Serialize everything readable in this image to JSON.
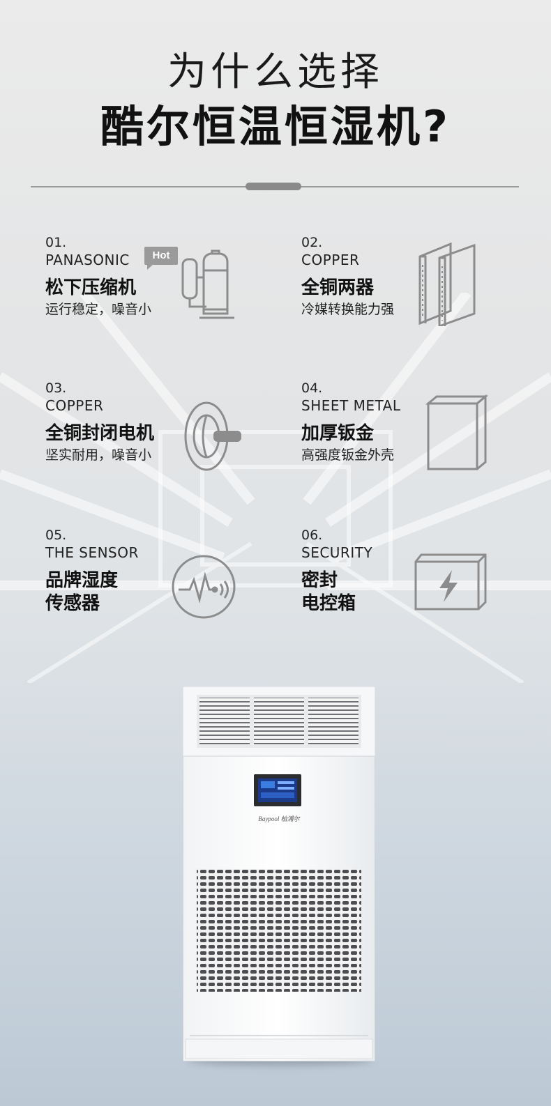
{
  "header": {
    "subtitle": "为什么选择",
    "title": "酷尔恒温恒湿机?"
  },
  "features": [
    {
      "num": "01.",
      "en": "PANASONIC",
      "cn": "松下压缩机",
      "desc": "运行稳定，噪音小",
      "badge": "Hot",
      "icon": "compressor-icon"
    },
    {
      "num": "02.",
      "en": "COPPER",
      "cn": "全铜两器",
      "desc": "冷媒转换能力强",
      "icon": "heat-exchanger-icon"
    },
    {
      "num": "03.",
      "en": "COPPER",
      "cn": "全铜封闭电机",
      "desc": "坚实耐用，噪音小",
      "icon": "motor-icon"
    },
    {
      "num": "04.",
      "en": "SHEET METAL",
      "cn": "加厚钣金",
      "desc": "高强度钣金外壳",
      "icon": "sheet-metal-box-icon"
    },
    {
      "num": "05.",
      "en": "THE SENSOR",
      "cn_line1": "品牌湿度",
      "cn_line2": "传感器",
      "icon": "sensor-icon"
    },
    {
      "num": "06.",
      "en": "SECURITY",
      "cn_line1": "密封",
      "cn_line2": "电控箱",
      "icon": "electric-box-icon"
    }
  ],
  "product": {
    "brand": "Baypool 柏浦尔"
  },
  "colors": {
    "icon_stroke": "#8c8c8c",
    "badge": "#9a9a9a",
    "screen": "#1c3a8a"
  }
}
